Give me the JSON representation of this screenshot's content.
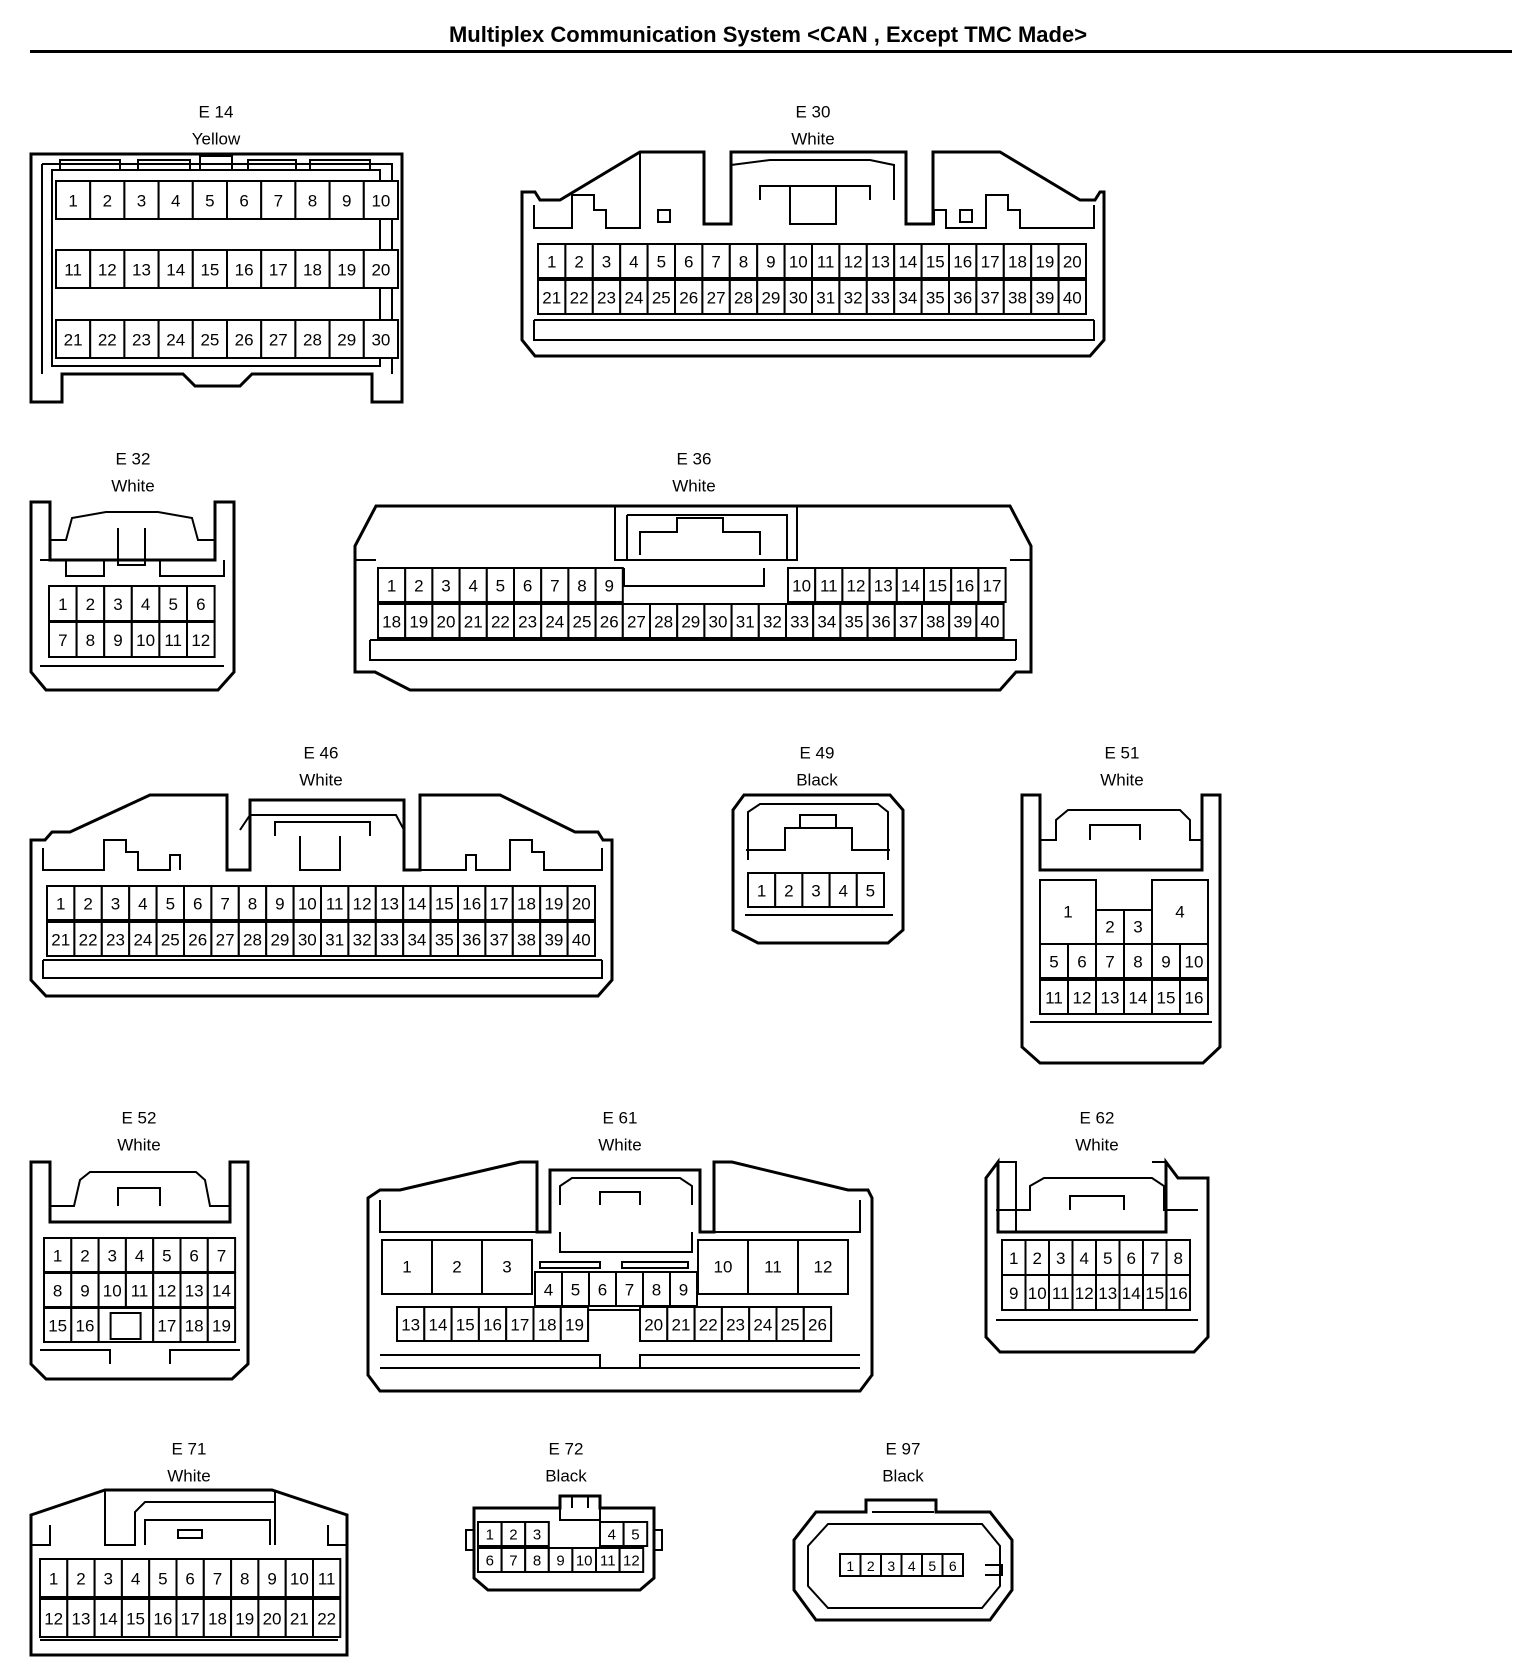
{
  "title": "Multiplex Communication System <CAN , Except TMC Made>",
  "connectors": {
    "e14": {
      "code": "E 14",
      "color": "Yellow",
      "rows": [
        [
          "1",
          "2",
          "3",
          "4",
          "5",
          "6",
          "7",
          "8",
          "9",
          "10"
        ],
        [
          "11",
          "12",
          "13",
          "14",
          "15",
          "16",
          "17",
          "18",
          "19",
          "20"
        ],
        [
          "21",
          "22",
          "23",
          "24",
          "25",
          "26",
          "27",
          "28",
          "29",
          "30"
        ]
      ]
    },
    "e30": {
      "code": "E 30",
      "color": "White",
      "rows": [
        [
          "1",
          "2",
          "3",
          "4",
          "5",
          "6",
          "7",
          "8",
          "9",
          "10",
          "11",
          "12",
          "13",
          "14",
          "15",
          "16",
          "17",
          "18",
          "19",
          "20"
        ],
        [
          "21",
          "22",
          "23",
          "24",
          "25",
          "26",
          "27",
          "28",
          "29",
          "30",
          "31",
          "32",
          "33",
          "34",
          "35",
          "36",
          "37",
          "38",
          "39",
          "40"
        ]
      ]
    },
    "e32": {
      "code": "E 32",
      "color": "White",
      "rows": [
        [
          "1",
          "2",
          "3",
          "4",
          "5",
          "6"
        ],
        [
          "7",
          "8",
          "9",
          "10",
          "11",
          "12"
        ]
      ]
    },
    "e36": {
      "code": "E 36",
      "color": "White",
      "rows": [
        [
          "1",
          "2",
          "3",
          "4",
          "5",
          "6",
          "7",
          "8",
          "9"
        ],
        [
          "10",
          "11",
          "12",
          "13",
          "14",
          "15",
          "16",
          "17"
        ],
        [
          "18",
          "19",
          "20",
          "21",
          "22",
          "23",
          "24",
          "25",
          "26",
          "27",
          "28",
          "29",
          "30",
          "31",
          "32",
          "33",
          "34",
          "35",
          "36",
          "37",
          "38",
          "39",
          "40"
        ]
      ]
    },
    "e46": {
      "code": "E 46",
      "color": "White",
      "rows": [
        [
          "1",
          "2",
          "3",
          "4",
          "5",
          "6",
          "7",
          "8",
          "9",
          "10",
          "11",
          "12",
          "13",
          "14",
          "15",
          "16",
          "17",
          "18",
          "19",
          "20"
        ],
        [
          "21",
          "22",
          "23",
          "24",
          "25",
          "26",
          "27",
          "28",
          "29",
          "30",
          "31",
          "32",
          "33",
          "34",
          "35",
          "36",
          "37",
          "38",
          "39",
          "40"
        ]
      ]
    },
    "e49": {
      "code": "E 49",
      "color": "Black",
      "rows": [
        [
          "1",
          "2",
          "3",
          "4",
          "5"
        ]
      ]
    },
    "e51": {
      "code": "E 51",
      "color": "White",
      "rows": [
        [
          "1",
          "2",
          "3",
          "4"
        ],
        [
          "5",
          "6",
          "7",
          "8",
          "9",
          "10"
        ],
        [
          "11",
          "12",
          "13",
          "14",
          "15",
          "16"
        ]
      ]
    },
    "e52": {
      "code": "E 52",
      "color": "White",
      "rows": [
        [
          "1",
          "2",
          "3",
          "4",
          "5",
          "6",
          "7"
        ],
        [
          "8",
          "9",
          "10",
          "11",
          "12",
          "13",
          "14"
        ],
        [
          "15",
          "16",
          "17",
          "18",
          "19"
        ]
      ]
    },
    "e61": {
      "code": "E 61",
      "color": "White",
      "rows": [
        [
          "1",
          "2",
          "3"
        ],
        [
          "4",
          "5",
          "6",
          "7",
          "8",
          "9"
        ],
        [
          "10",
          "11",
          "12"
        ],
        [
          "13",
          "14",
          "15",
          "16",
          "17",
          "18",
          "19"
        ],
        [
          "20",
          "21",
          "22",
          "23",
          "24",
          "25",
          "26"
        ]
      ]
    },
    "e62": {
      "code": "E 62",
      "color": "White",
      "rows": [
        [
          "1",
          "2",
          "3",
          "4",
          "5",
          "6",
          "7",
          "8"
        ],
        [
          "9",
          "10",
          "11",
          "12",
          "13",
          "14",
          "15",
          "16"
        ]
      ]
    },
    "e71": {
      "code": "E 71",
      "color": "White",
      "rows": [
        [
          "1",
          "2",
          "3",
          "4",
          "5",
          "6",
          "7",
          "8",
          "9",
          "10",
          "11"
        ],
        [
          "12",
          "13",
          "14",
          "15",
          "16",
          "17",
          "18",
          "19",
          "20",
          "21",
          "22"
        ]
      ]
    },
    "e72": {
      "code": "E 72",
      "color": "Black",
      "rows": [
        [
          "1",
          "2",
          "3"
        ],
        [
          "4",
          "5"
        ],
        [
          "6",
          "7",
          "8",
          "9",
          "10",
          "11",
          "12"
        ]
      ]
    },
    "e97": {
      "code": "E 97",
      "color": "Black",
      "rows": [
        [
          "1",
          "2",
          "3",
          "4",
          "5",
          "6"
        ]
      ]
    }
  }
}
